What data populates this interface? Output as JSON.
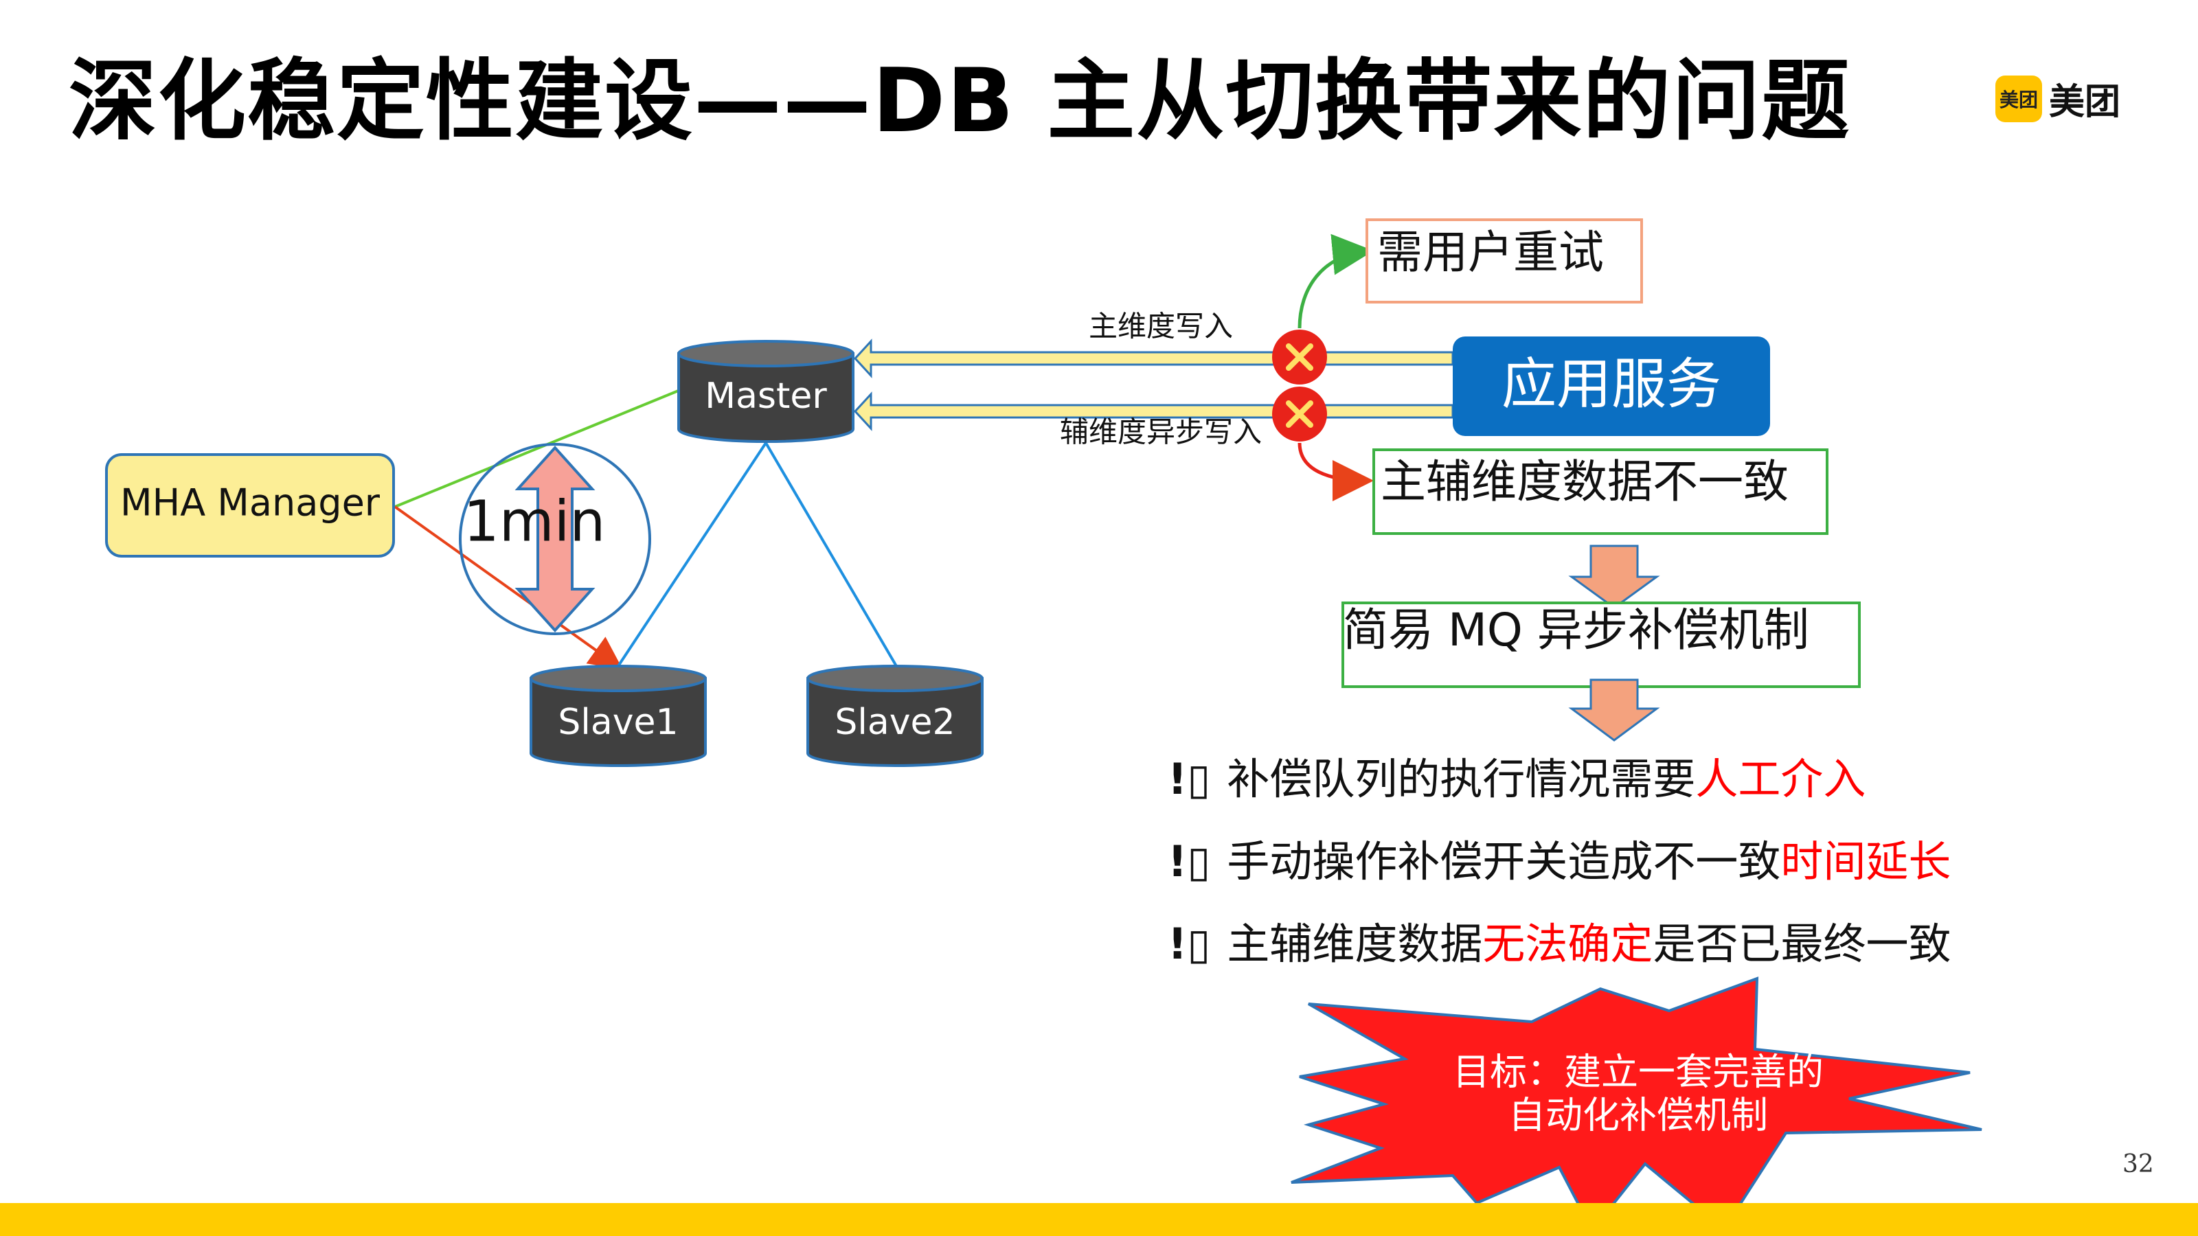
{
  "title": "深化稳定性建设——DB 主从切换带来的问题",
  "logo": {
    "badge": "美团",
    "text": "美团"
  },
  "page_number": "32",
  "mha": {
    "label": "MHA Manager",
    "time": "1min"
  },
  "db": {
    "master": "Master",
    "slave1": "Slave1",
    "slave2": "Slave2"
  },
  "app_service": "应用服务",
  "arrows": {
    "primary_write": "主维度写入",
    "async_write": "辅维度异步写入"
  },
  "boxes": {
    "retry": "需用户重试",
    "inconsistent": "主辅维度数据不一致",
    "mq": "简易 MQ 异步补偿机制"
  },
  "bullet_mark": "!▯",
  "bullets": [
    {
      "text": "补偿队列的执行情况需要",
      "highlight": "人工介入",
      "suffix": ""
    },
    {
      "text": "手动操作补偿开关造成不一致",
      "highlight": "时间延长",
      "suffix": ""
    },
    {
      "text": "主辅维度数据",
      "highlight": "无法确定",
      "suffix": "是否已最终一致"
    }
  ],
  "goal": {
    "line1": "目标：建立一套完善的",
    "line2": "自动化补偿机制"
  },
  "colors": {
    "accent": "#FFCC00",
    "app_blue": "#0B6FC2",
    "db_dark": "#404040",
    "red": "#FF0000",
    "green_box": "#3CB043",
    "orange_box": "#F4A27E"
  }
}
